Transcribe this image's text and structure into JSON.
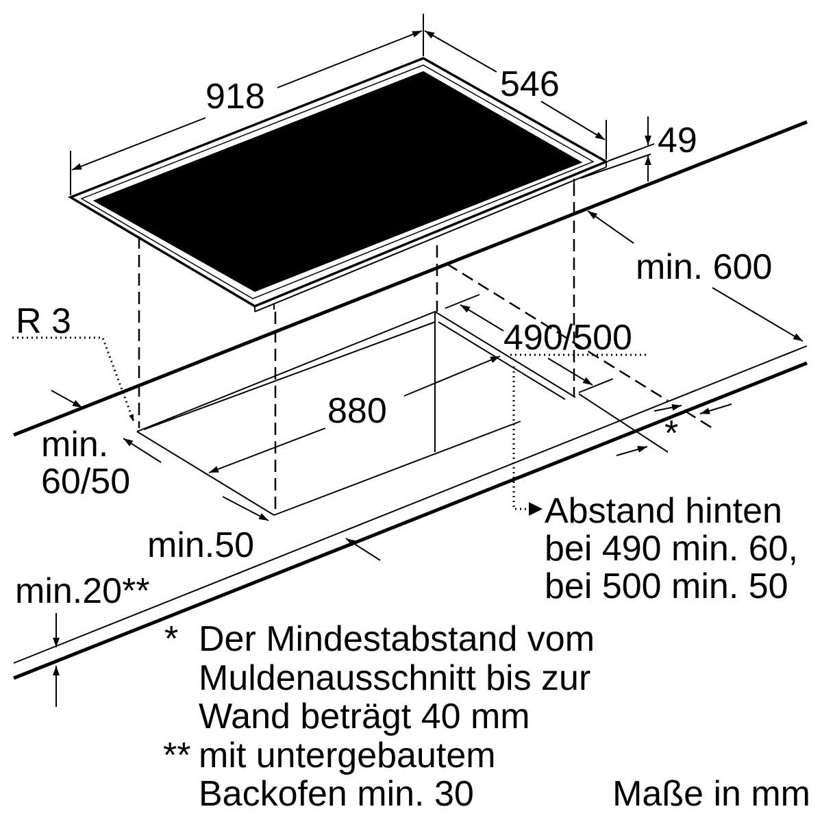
{
  "dimensions": {
    "width_hob": "918",
    "depth_hob": "546",
    "height_hob": "49",
    "min_wall_front": "min. 600",
    "cutout_depth": "490/500",
    "cutout_width": "880",
    "radius": "R 3",
    "min_side_1": "min.",
    "min_side_2": "60/50",
    "min_front": "min.50",
    "min_thickness": "min.20**",
    "asterisk": "*"
  },
  "note_back": {
    "line1": "Abstand hinten",
    "line2": "bei 490 min. 60,",
    "line3": "bei 500 min. 50"
  },
  "footnotes": {
    "star_marker": "*",
    "star_line1": "Der Mindestabstand vom",
    "star_line2": "Muldenausschnitt bis zur",
    "star_line3": "Wand beträgt 40 mm",
    "double_star_marker": "**",
    "double_star_line1": "mit untergebautem",
    "double_star_line2": "Backofen min. 30"
  },
  "units": "Maße in mm"
}
